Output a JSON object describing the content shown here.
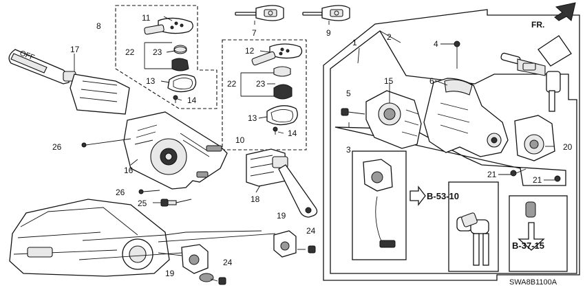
{
  "diagram": {
    "callouts": {
      "p1": "1",
      "p2": "2",
      "p3": "3",
      "p4": "4",
      "p5": "5",
      "p6": "6",
      "p7": "7",
      "p8": "8",
      "p9": "9",
      "p10": "10",
      "p11": "11",
      "p12": "12",
      "p13a": "13",
      "p13b": "13",
      "p14a": "14",
      "p14b": "14",
      "p15": "15",
      "p16": "16",
      "p17": "17",
      "p18": "18",
      "p19a": "19",
      "p19b": "19",
      "p20": "20",
      "p21a": "21",
      "p21b": "21",
      "p22a": "22",
      "p22b": "22",
      "p23a": "23",
      "p23b": "23",
      "p24a": "24",
      "p24b": "24",
      "p25": "25",
      "p26a": "26",
      "p26b": "26"
    },
    "refs": {
      "b53": "B-53-10",
      "b37": "B-37-15"
    },
    "front_label": "FR.",
    "drawing_code": "SWA8B1100A",
    "switch_print": "OFF"
  }
}
